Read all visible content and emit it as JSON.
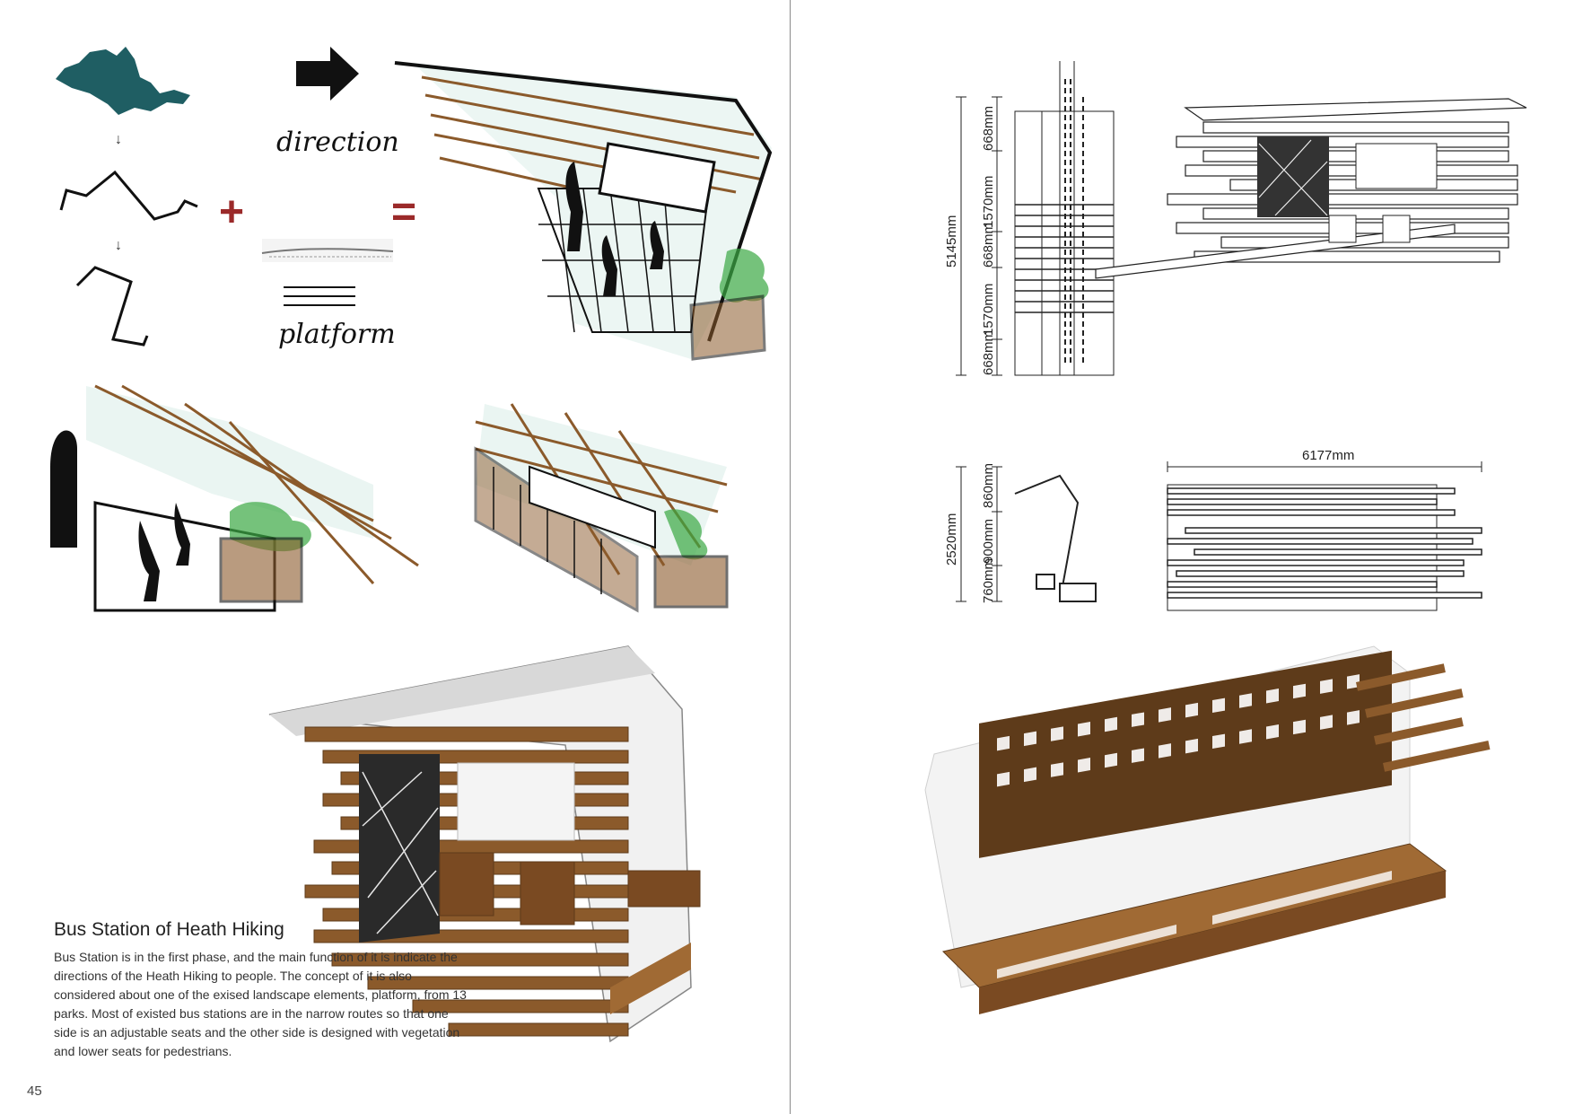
{
  "page": {
    "number": "45",
    "title": "Bus Station of Heath Hiking",
    "description": "Bus Station is in the first phase, and the main function of it is indicate the directions of the Heath Hiking to people. The concept of it is also considered about one of the exised landscape elements, platform, from 13 parks. Most of existed bus stations are in the narrow routes so that one side is an adjustable seats and the other side is designed with vegetation and lower seats for pedestrians."
  },
  "concept": {
    "direction_label": "direction",
    "platform_label": "platform",
    "plus": "+",
    "equals": "="
  },
  "drawings": {
    "elevation_dims": [
      "5145mm",
      "668mm",
      "1570mm",
      "668mm",
      "1570mm",
      "668mm"
    ],
    "section_dims": [
      "2520mm",
      "860mm",
      "900mm",
      "760mm"
    ],
    "plan_width": "6177mm"
  },
  "colors": {
    "map_teal": "#1f5e63",
    "wood": "#8b5a2b",
    "wood_dark": "#5e3b1a",
    "glass": "#a9d4cf",
    "plant": "#3aa843",
    "accent_red": "#9b2a2a"
  }
}
